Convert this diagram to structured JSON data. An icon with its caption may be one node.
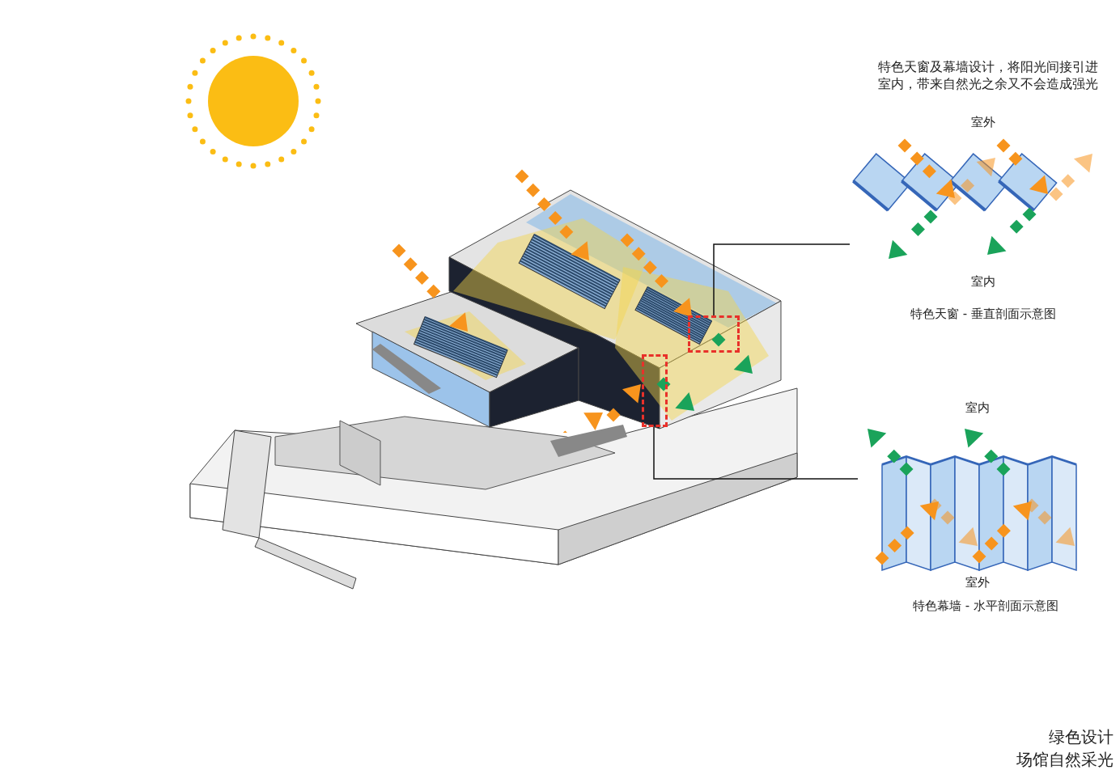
{
  "diagram": {
    "title": "绿色设计",
    "caption": "场馆自然采光",
    "nodes": [
      {
        "text": [],
        "shape": "box"
      },
      {
        "text": [],
        "shape": "box"
      },
      {
        "text": [],
        "shape": "picture"
      },
      {
        "text": [],
        "shape": "picture"
      }
    ],
    "edges": [
      {
        "from": 0,
        "to": 2,
        "arrow": "none"
      },
      {
        "from": 1,
        "to": 3,
        "arrow": "none"
      }
    ],
    "labels": [
      "特色天窗及幕墙设计，将阳光间接引进室内，带来自然光之余又不会造成强光",
      "室外",
      "室内",
      "特色天窗 - 垂直剖面示意图",
      "室内",
      "室外",
      "特色幕墙 - 水平剖面示意图"
    ]
  }
}
